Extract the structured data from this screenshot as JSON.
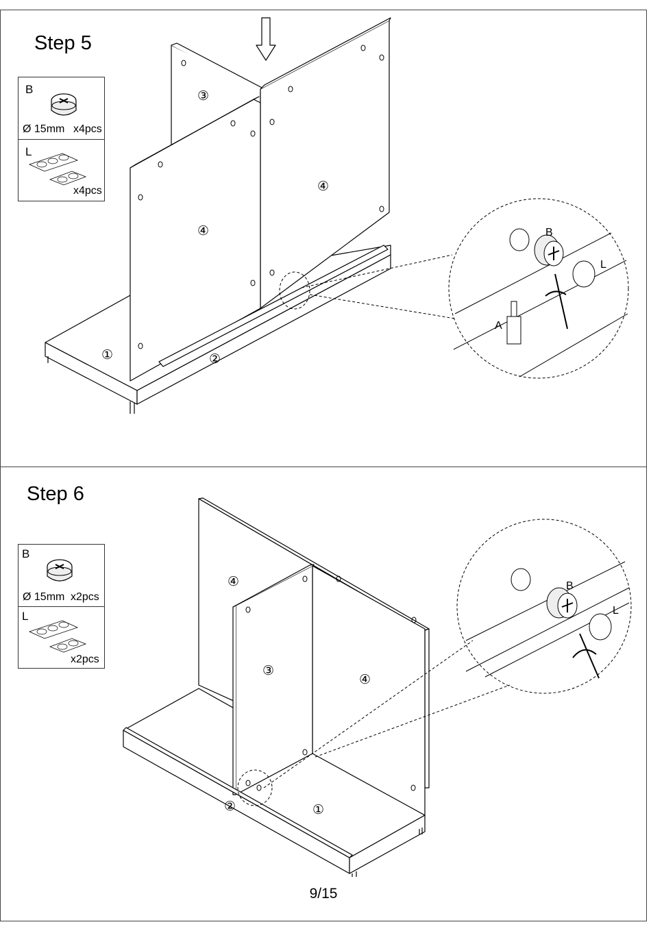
{
  "page_number": "9/15",
  "steps": [
    {
      "title": "Step 5",
      "parts": [
        {
          "letter": "B",
          "spec": "Ø 15mm",
          "qty": "x4pcs",
          "icon": "cam-lock-icon"
        },
        {
          "letter": "L",
          "spec": "",
          "qty": "x4pcs",
          "icon": "cover-caps-sheet-icon"
        }
      ],
      "panel_numbers": [
        "①",
        "②",
        "③",
        "④",
        "④"
      ],
      "detail_labels": {
        "cam": "B",
        "cap": "L",
        "dowel": "A"
      }
    },
    {
      "title": "Step 6",
      "parts": [
        {
          "letter": "B",
          "spec": "Ø 15mm",
          "qty": "x2pcs",
          "icon": "cam-lock-icon"
        },
        {
          "letter": "L",
          "spec": "",
          "qty": "x2pcs",
          "icon": "cover-caps-sheet-icon"
        }
      ],
      "panel_numbers": [
        "④",
        "③",
        "④",
        "①",
        "②"
      ],
      "detail_labels": {
        "cam": "B",
        "cap": "L"
      }
    }
  ]
}
